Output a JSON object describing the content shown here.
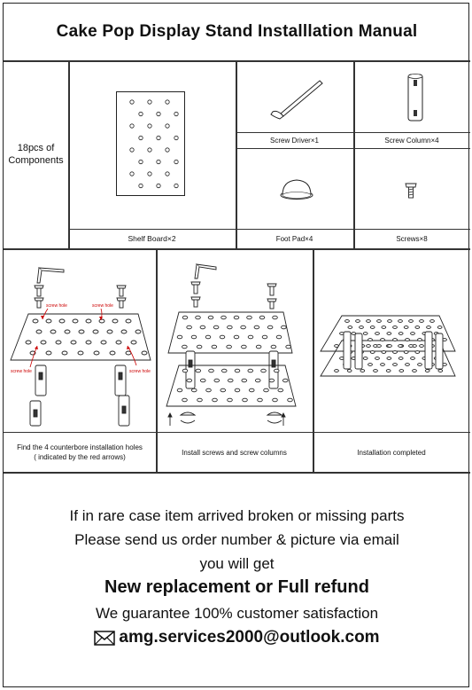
{
  "manual": {
    "title": "Cake Pop Display Stand Installlation Manual",
    "components_label": "18pcs of\nComponents",
    "components": {
      "shelf_board": "Shelf Board×2",
      "screw_driver": "Screw Driver×1",
      "screw_column": "Screw Column×4",
      "foot_pad": "Foot Pad×4",
      "screws": "Screws×8"
    },
    "steps": [
      {
        "caption_line1": "Find the 4 counterbore installation holes",
        "caption_line2": "( indicated by the red arrows)"
      },
      {
        "caption_line1": "Install screws and screw columns"
      },
      {
        "caption_line1": "Installation completed"
      }
    ],
    "screw_hole_label": "screw hole",
    "footer": {
      "line1": "If in rare case item arrived broken or missing parts",
      "line2": "Please send us order number & picture via email",
      "line3": "you will get",
      "line4": "New replacement or Full refund",
      "line5": "We guarantee 100% customer satisfaction",
      "email": "amg.services2000@outlook.com"
    }
  }
}
